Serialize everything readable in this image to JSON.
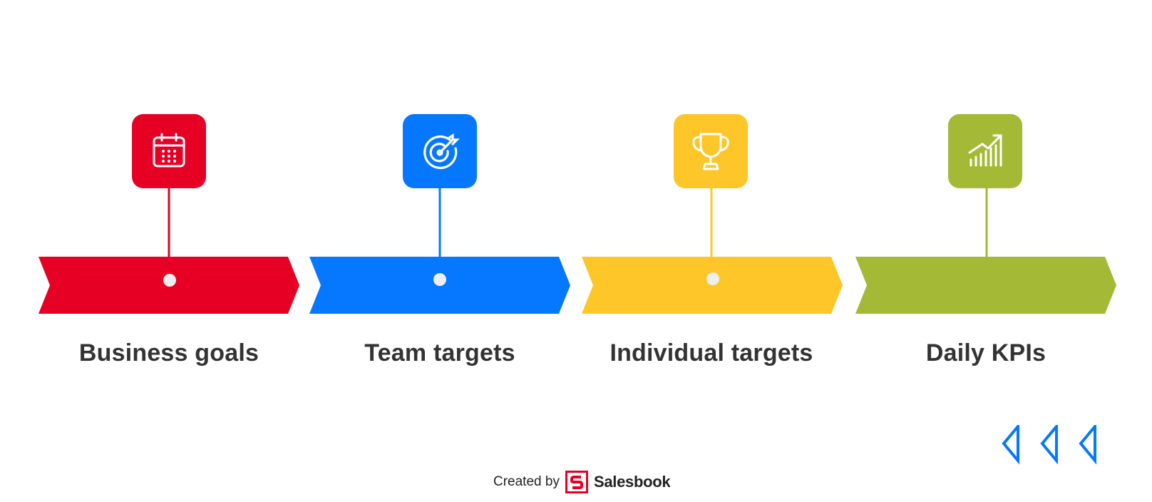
{
  "steps": [
    {
      "label": "Business goals",
      "color": "#E60023",
      "icon": "calendar-icon"
    },
    {
      "label": "Team targets",
      "color": "#0578FF",
      "icon": "target-icon"
    },
    {
      "label": "Individual targets",
      "color": "#FFC629",
      "icon": "trophy-icon"
    },
    {
      "label": "Daily KPIs",
      "color": "#A4BA37",
      "icon": "growth-chart-icon"
    }
  ],
  "footer": {
    "created_by": "Created by",
    "brand": "Salesbook",
    "brand_color": "#E60023",
    "logo_icon": "salesbook-logo-icon"
  },
  "nav": {
    "icon": "back-triangle-icon",
    "count": 3,
    "color": "#0578FF"
  }
}
